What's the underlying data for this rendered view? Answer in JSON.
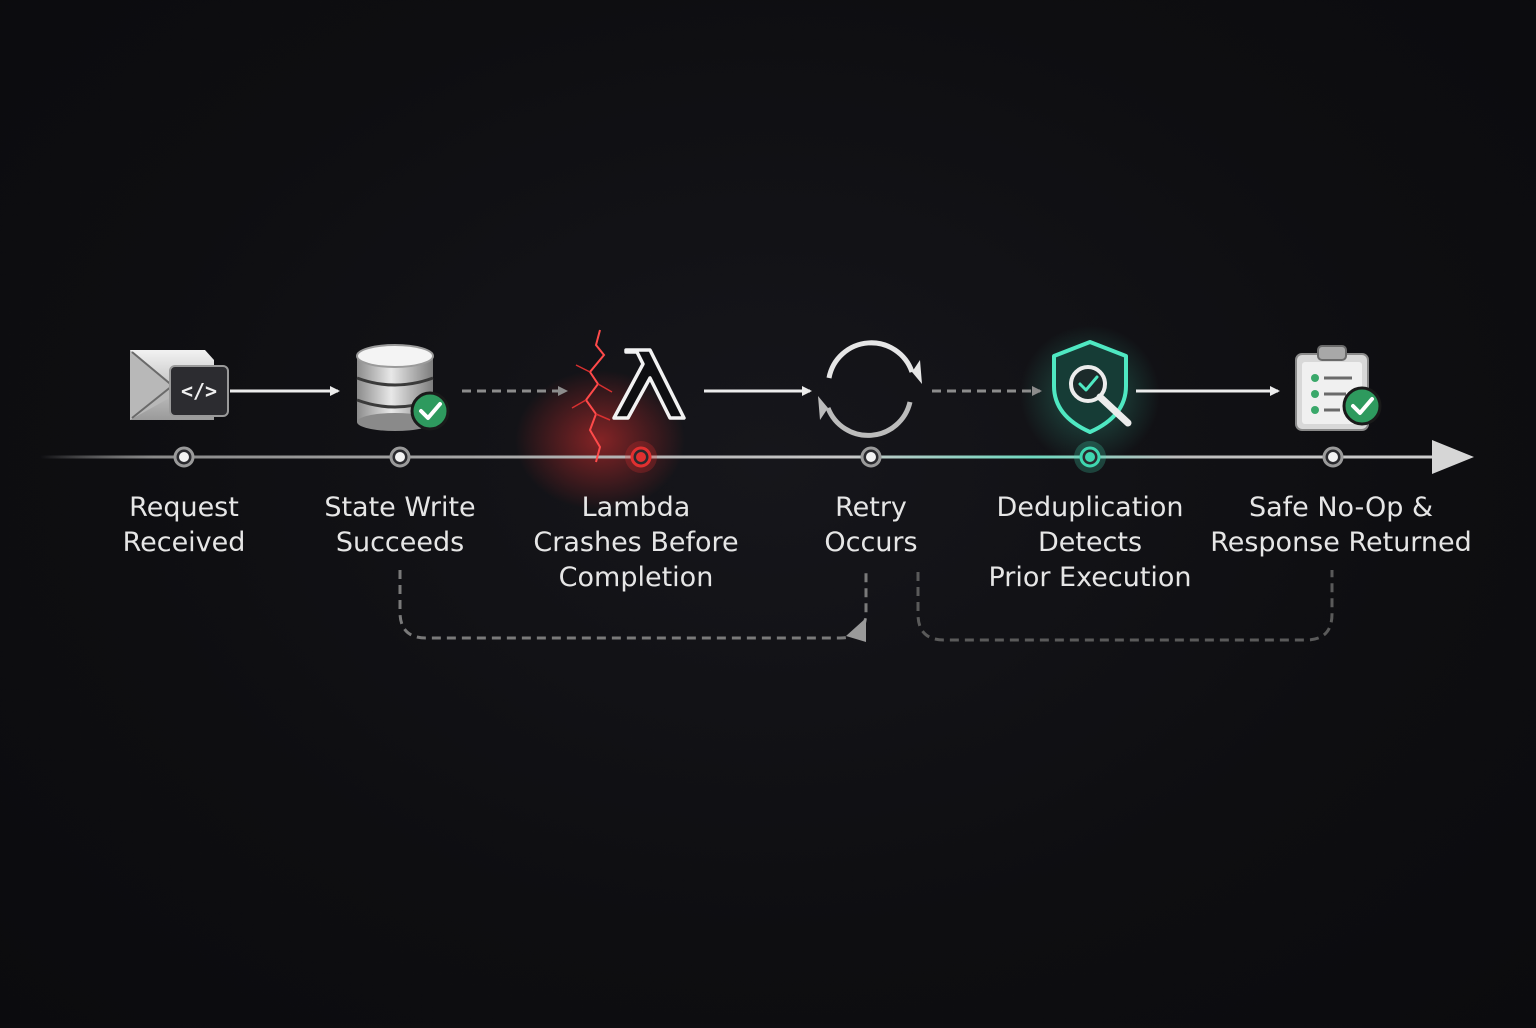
{
  "steps": [
    {
      "lines": [
        "Request",
        "Received"
      ],
      "icon": "code-envelope-icon",
      "state": "normal"
    },
    {
      "lines": [
        "State Write",
        "Succeeds"
      ],
      "icon": "database-check-icon",
      "state": "normal"
    },
    {
      "lines": [
        "Lambda",
        "Crashes Before",
        "Completion"
      ],
      "icon": "lambda-crash-icon",
      "state": "error"
    },
    {
      "lines": [
        "Retry",
        "Occurs"
      ],
      "icon": "retry-icon",
      "state": "normal"
    },
    {
      "lines": [
        "Deduplication",
        "Detects",
        "Prior Execution"
      ],
      "icon": "shield-search-icon",
      "state": "success"
    },
    {
      "lines": [
        "Safe No-Op &",
        "Response Returned"
      ],
      "icon": "clipboard-check-icon",
      "state": "normal"
    }
  ],
  "colors": {
    "background": "#0e0e11",
    "text": "#e6e6e6",
    "timeline": "#bdbdbd",
    "error": "#e03030",
    "success": "#3fd6b0",
    "check": "#2e9a5e"
  }
}
